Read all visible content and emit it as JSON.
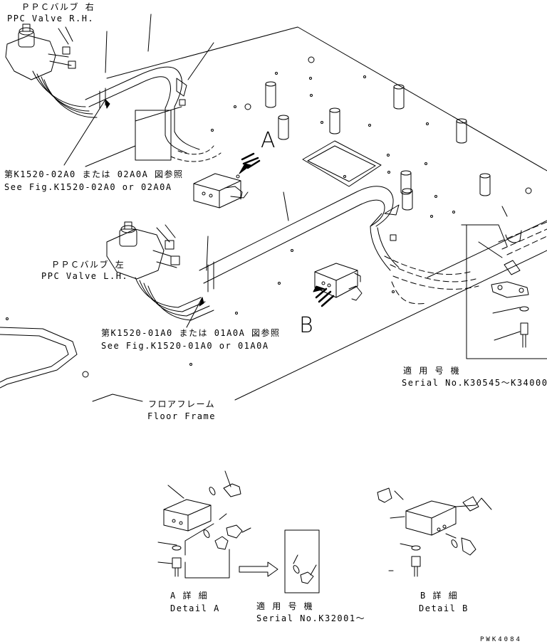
{
  "labels": {
    "ppc_rh_jp": "ＰＰＣバルブ 右",
    "ppc_rh_en": "PPC Valve R.H.",
    "ref_a_jp": "第K1520-02A0 または 02A0A 図参照",
    "ref_a_en": "See Fig.K1520-02A0 or 02A0A",
    "ppc_lh_jp": "ＰＰＣバルブ 左",
    "ppc_lh_en": "PPC Valve L.H.",
    "ref_b_jp": "第K1520-01A0 または 01A0A 図参照",
    "ref_b_en": "See Fig.K1520-01A0 or 01A0A",
    "serial_1_jp": "適 用 号 機",
    "serial_1_en": "Serial No.K30545〜K34000",
    "floor_jp": "フロアフレーム",
    "floor_en": "Floor Frame",
    "view_a": "A",
    "view_b": "B",
    "detail_a_jp": "A 詳 細",
    "detail_a_en": "Detail A",
    "serial_2_jp": "適 用 号 機",
    "serial_2_en": "Serial No.K32001〜",
    "detail_b_jp": "B 詳 細",
    "detail_b_en": "Detail B",
    "drawing_no": "PWK4084"
  }
}
